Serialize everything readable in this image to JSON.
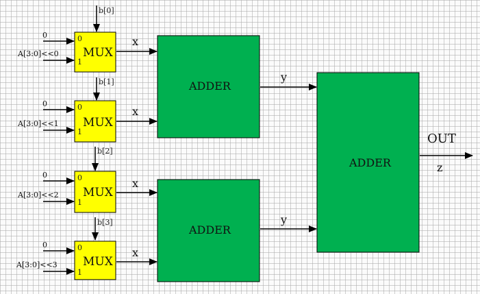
{
  "diagram": {
    "muxes": [
      {
        "label": "MUX",
        "port0": "0",
        "port1": "1",
        "select": "b[0]",
        "in0": "0",
        "in1": "A[3:0]<<0",
        "out": "x"
      },
      {
        "label": "MUX",
        "port0": "0",
        "port1": "1",
        "select": "b[1]",
        "in0": "0",
        "in1": "A[3:0]<<1",
        "out": "x"
      },
      {
        "label": "MUX",
        "port0": "0",
        "port1": "1",
        "select": "b[2]",
        "in0": "0",
        "in1": "A[3:0]<<2",
        "out": "x"
      },
      {
        "label": "MUX",
        "port0": "0",
        "port1": "1",
        "select": "b[3]",
        "in0": "0",
        "in1": "A[3:0]<<3",
        "out": "x"
      }
    ],
    "adders": [
      {
        "label": "ADDER",
        "out": "y"
      },
      {
        "label": "ADDER",
        "out": "y"
      }
    ],
    "final_adder": {
      "label": "ADDER"
    },
    "output": {
      "name": "OUT",
      "signal": "z"
    },
    "colors": {
      "mux_fill": "#ffff00",
      "adder_fill": "#00b050",
      "wire": "#000000"
    }
  }
}
